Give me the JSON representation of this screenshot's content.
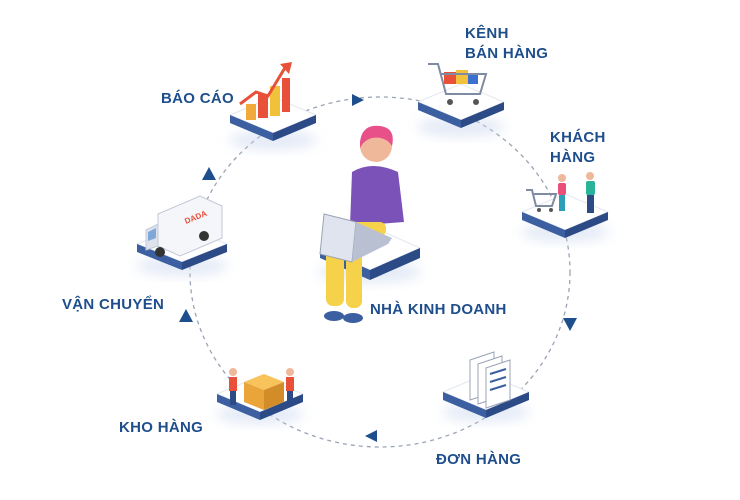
{
  "center": {
    "label": "NHÀ KINH DOANH"
  },
  "nodes": {
    "bao_cao": {
      "label": "BÁO CÁO"
    },
    "kenh_ban_hang": {
      "line1": "KÊNH",
      "line2": "BÁN HÀNG"
    },
    "khach_hang": {
      "line1": "KHÁCH",
      "line2": "HÀNG"
    },
    "don_hang": {
      "label": "ĐƠN HÀNG"
    },
    "kho_hang": {
      "label": "KHO HÀNG"
    },
    "van_chuyen": {
      "label": "VẬN CHUYỂN"
    }
  },
  "truck": {
    "logo": "DADA"
  },
  "colors": {
    "label": "#1f4e8c",
    "arrow": "#1f4e8c",
    "platform_top": "#ffffff",
    "platform_side": "#3b5fa0",
    "dashes": "#9aa3b5"
  }
}
